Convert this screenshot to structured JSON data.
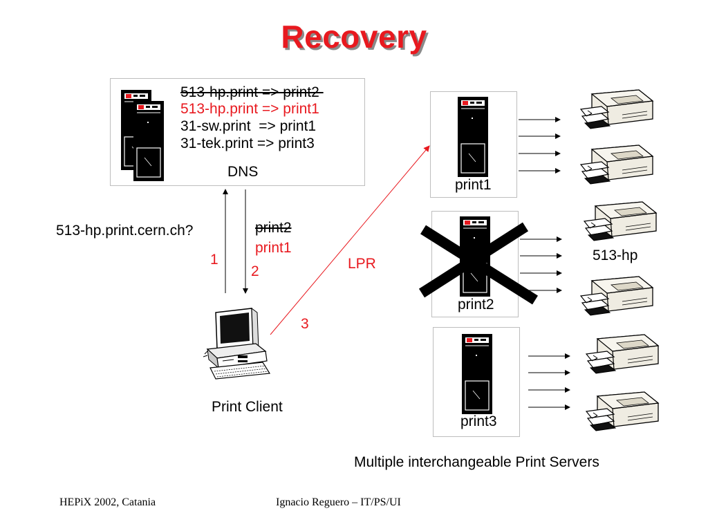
{
  "title": "Recovery",
  "dns": {
    "label": "DNS",
    "entries": [
      {
        "text": "513-hp.print => print2 ",
        "state": "struck"
      },
      {
        "text": "513-hp.print => print1",
        "state": "new"
      },
      {
        "text": "31-sw.print  => print1",
        "state": "normal"
      },
      {
        "text": "31-tek.print => print3",
        "state": "normal"
      }
    ]
  },
  "query": "513-hp.print.cern.ch?",
  "answer": {
    "old": "print2",
    "new": "print1"
  },
  "steps": {
    "one": "1",
    "two": "2",
    "three": "3"
  },
  "protocol": "LPR",
  "client_label": "Print Client",
  "servers": [
    {
      "name": "print1",
      "status": "up"
    },
    {
      "name": "print2",
      "status": "down"
    },
    {
      "name": "print3",
      "status": "up"
    }
  ],
  "printer_group": "513-hp",
  "caption": "Multiple interchangeable Print Servers",
  "footer": {
    "left": "HEPiX 2002, Catania",
    "center": "Ignacio Reguero – IT/PS/UI"
  },
  "colors": {
    "accent": "#e8191f",
    "text": "#000000"
  }
}
